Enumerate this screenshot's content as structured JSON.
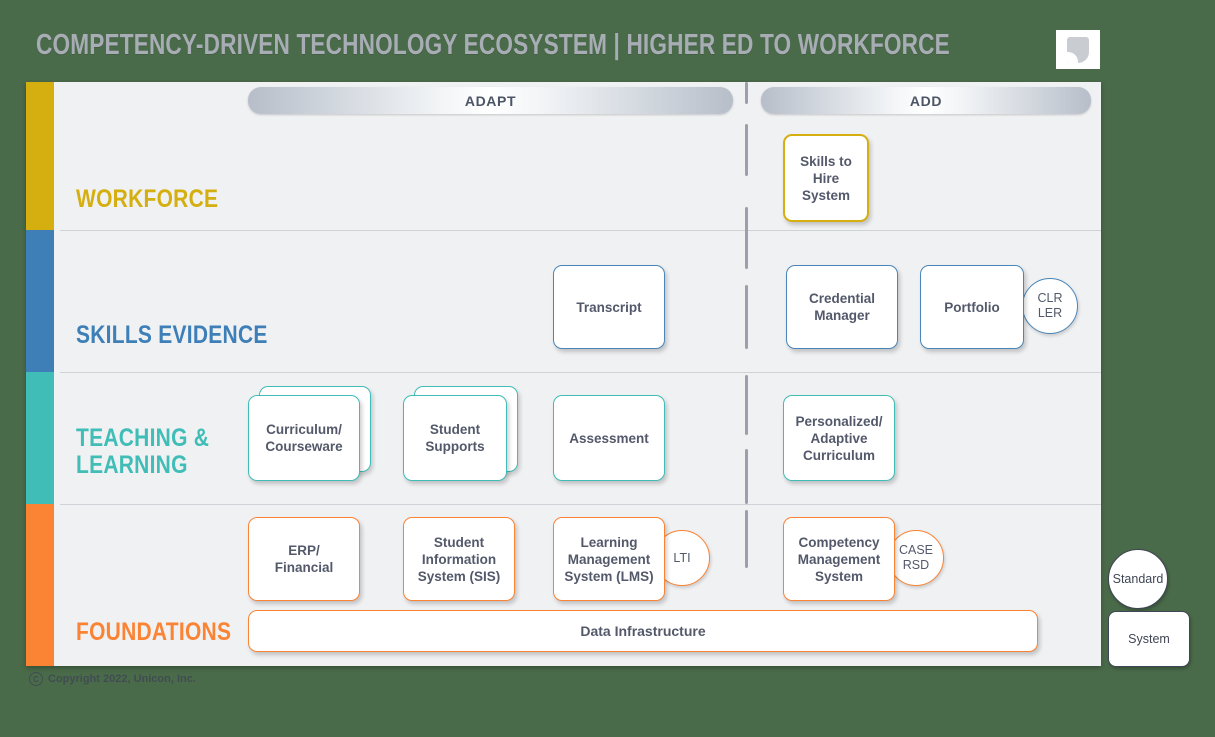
{
  "header": {
    "title": "COMPETENCY-DRIVEN TECHNOLOGY ECOSYSTEM  |  HIGHER ED TO WORKFORCE",
    "logo_name": "unicon-logo"
  },
  "columns": [
    {
      "label": "ADAPT"
    },
    {
      "label": "ADD"
    }
  ],
  "rows": [
    {
      "label": "WORKFORCE",
      "color": "#d4af0f"
    },
    {
      "label": "SKILLS EVIDENCE",
      "color": "#3e7fb8"
    },
    {
      "label": "TEACHING &\nLEARNING",
      "color": "#3fbdb6"
    },
    {
      "label": "FOUNDATIONS",
      "color": "#fa8334"
    }
  ],
  "nodes": {
    "skills_to_hire": "Skills to\nHire\nSystem",
    "transcript": "Transcript",
    "credential_manager": "Credential\nManager",
    "portfolio": "Portfolio",
    "clr_ler": "CLR\nLER",
    "curriculum_courseware": "Curriculum/\nCourseware",
    "student_supports": "Student\nSupports",
    "assessment": "Assessment",
    "personalized_adaptive": "Personalized/\nAdaptive\nCurriculum",
    "erp_financial": "ERP/\nFinancial",
    "sis": "Student\nInformation\nSystem (SIS)",
    "lms": "Learning\nManagement\nSystem (LMS)",
    "lti": "LTI",
    "competency_mgmt": "Competency\nManagement\nSystem",
    "case_rsd": "CASE\nRSD",
    "data_infrastructure": "Data Infrastructure"
  },
  "legend": {
    "standard": "Standard",
    "system": "System"
  },
  "footer": {
    "copyright_symbol": "C",
    "copyright": "Copyright 2022, Unicon, Inc."
  },
  "colors": {
    "workforce": "#d4af0f",
    "skills_evidence": "#3e7fb8",
    "teaching_learning": "#3fbdb6",
    "foundations": "#fa8334",
    "board_bg": "#f0f1f3",
    "canvas_bg": "#4a6b4a",
    "node_text": "#53596a",
    "legend_stroke": "#3f4654"
  }
}
